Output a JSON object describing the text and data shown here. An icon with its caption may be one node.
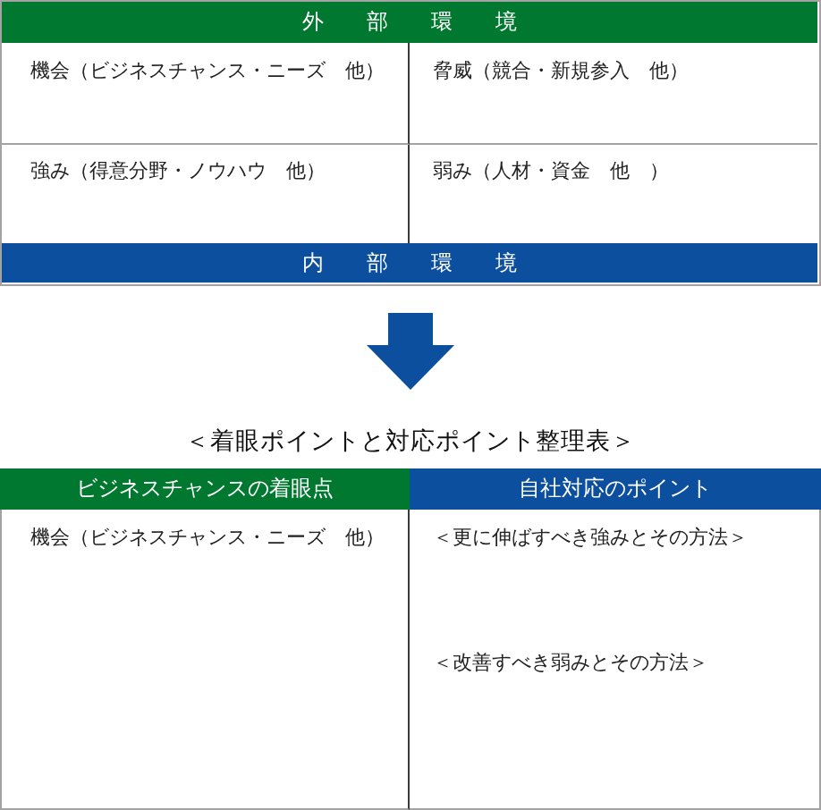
{
  "diagram": {
    "nodes": [
      {
        "text": [],
        "shape": "box"
      },
      {
        "text": [
          "外　部　環　境"
        ],
        "in": 0
      },
      {
        "text": [
          "機会（ビジネスチャンス・ニーズ　他）"
        ],
        "in": 0
      },
      {
        "text": [
          "脅威（競合・新規参入　他）"
        ],
        "in": 0
      },
      {
        "text": [
          "強み（得意分野・ノウハウ　他）"
        ],
        "in": 0
      },
      {
        "text": [
          "弱み（人材・資金　他　）"
        ],
        "in": 0
      },
      {
        "text": [
          "内　部　環　境"
        ],
        "in": 0
      },
      {
        "text": [
          "＜着眼ポイントと対応ポイント整理表＞"
        ]
      },
      {
        "text": [
          "ビジネスチャンスの着眼点"
        ],
        "in": 7
      },
      {
        "text": [
          "自社対応のポイント"
        ],
        "in": 7
      },
      {
        "text": [
          "機会（ビジネスチャンス・ニーズ　他）"
        ],
        "in": 7
      },
      {
        "text": [
          "＜更に伸ばすべき強みとその方法＞",
          "＜改善すべき弱みとその方法＞"
        ],
        "in": 7
      }
    ],
    "edges": [
      {
        "from": 0,
        "to": 7,
        "arrow": "to",
        "style": "thick"
      }
    ]
  }
}
